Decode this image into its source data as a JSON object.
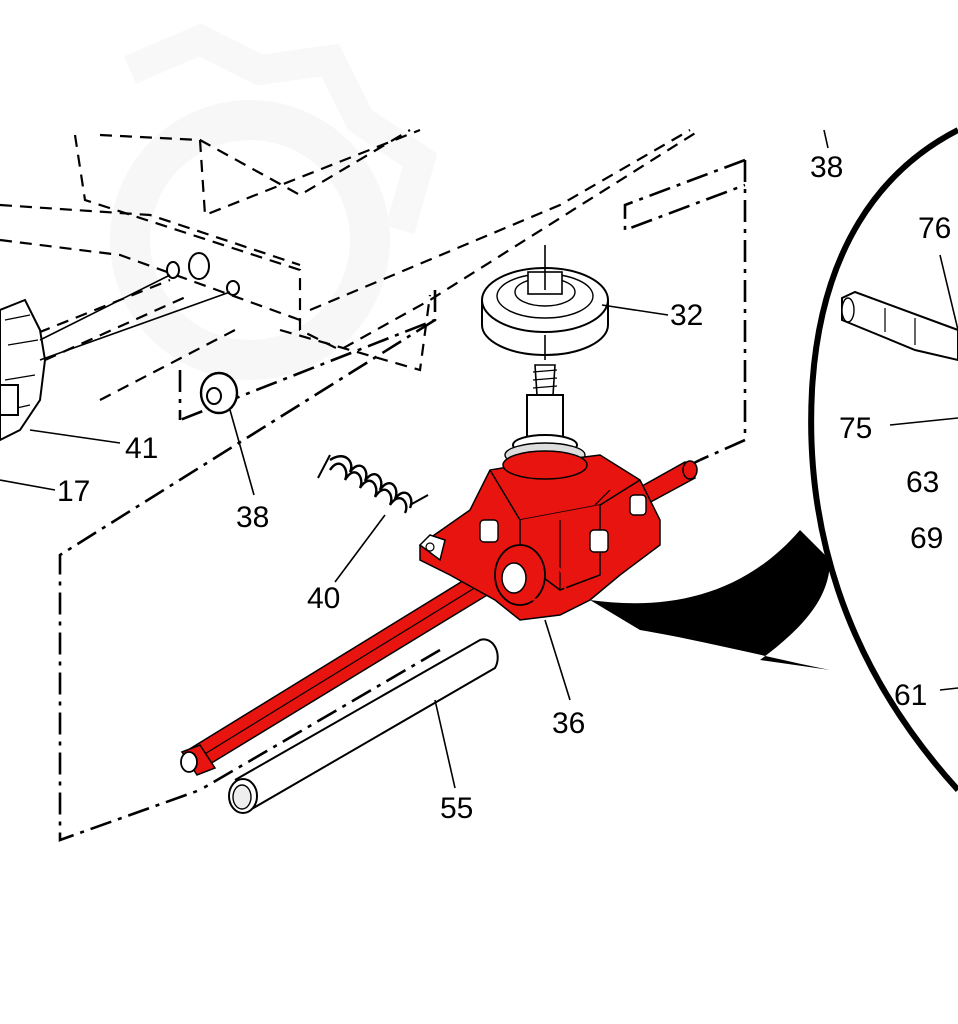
{
  "colors": {
    "highlight": "#e8140f",
    "line": "#000000",
    "background": "#ffffff",
    "watermark": "#f1f1f1"
  },
  "labels": {
    "p32": "32",
    "p36": "36",
    "p38_top": "38",
    "p38_washer": "38",
    "p40": "40",
    "p41": "41",
    "p17": "17",
    "p55": "55",
    "p76": "76",
    "p75": "75",
    "p63": "63",
    "p69": "69",
    "p61": "61"
  }
}
